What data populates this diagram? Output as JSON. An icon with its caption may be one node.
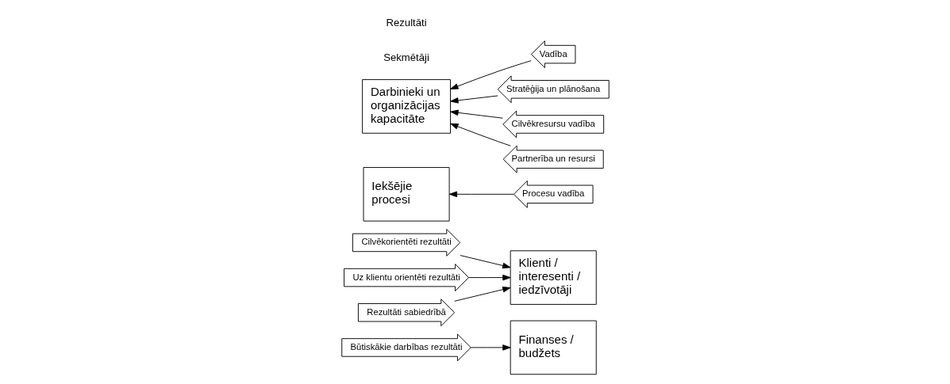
{
  "diagram": {
    "nodes": [
      {
        "text": [
          "Finanses / budžets"
        ]
      },
      {
        "text": [
          "Būtiskākie darbības rezultāti"
        ]
      },
      {
        "text": [
          "Klienti / interesenti / iedzīvotāji"
        ]
      },
      {
        "text": [
          "Cilvēkorientēti rezultāti"
        ]
      },
      {
        "text": [
          "Uz klientu orientēti rezultāti"
        ]
      },
      {
        "text": [
          "Rezultāti sabiedrībā"
        ]
      },
      {
        "text": [
          "Iekšējie procesi"
        ]
      },
      {
        "text": [
          "Procesu vadība"
        ]
      },
      {
        "text": [
          "Darbinieki un organizācijas kapacitāte"
        ]
      },
      {
        "text": [
          "Vadība"
        ]
      },
      {
        "text": [
          "Stratēģija un plānošana"
        ]
      },
      {
        "text": [
          "Cilvēkresursu vadība"
        ]
      },
      {
        "text": [
          "Partnerība un resursi"
        ]
      }
    ],
    "edges": [
      {
        "from": 1,
        "to": 0,
        "arrow": "to"
      },
      {
        "from": 3,
        "to": 2,
        "arrow": "to"
      },
      {
        "from": 4,
        "to": 2,
        "arrow": "to"
      },
      {
        "from": 5,
        "to": 2,
        "arrow": "to"
      },
      {
        "from": 7,
        "to": 6,
        "arrow": "to"
      },
      {
        "from": 9,
        "to": 8,
        "arrow": "to"
      },
      {
        "from": 10,
        "to": 8,
        "arrow": "to"
      },
      {
        "from": 11,
        "to": 8,
        "arrow": "to"
      },
      {
        "from": 12,
        "to": 8,
        "arrow": "to"
      }
    ],
    "labels": [
      "Sekmētāji",
      "Rezultāti"
    ]
  }
}
